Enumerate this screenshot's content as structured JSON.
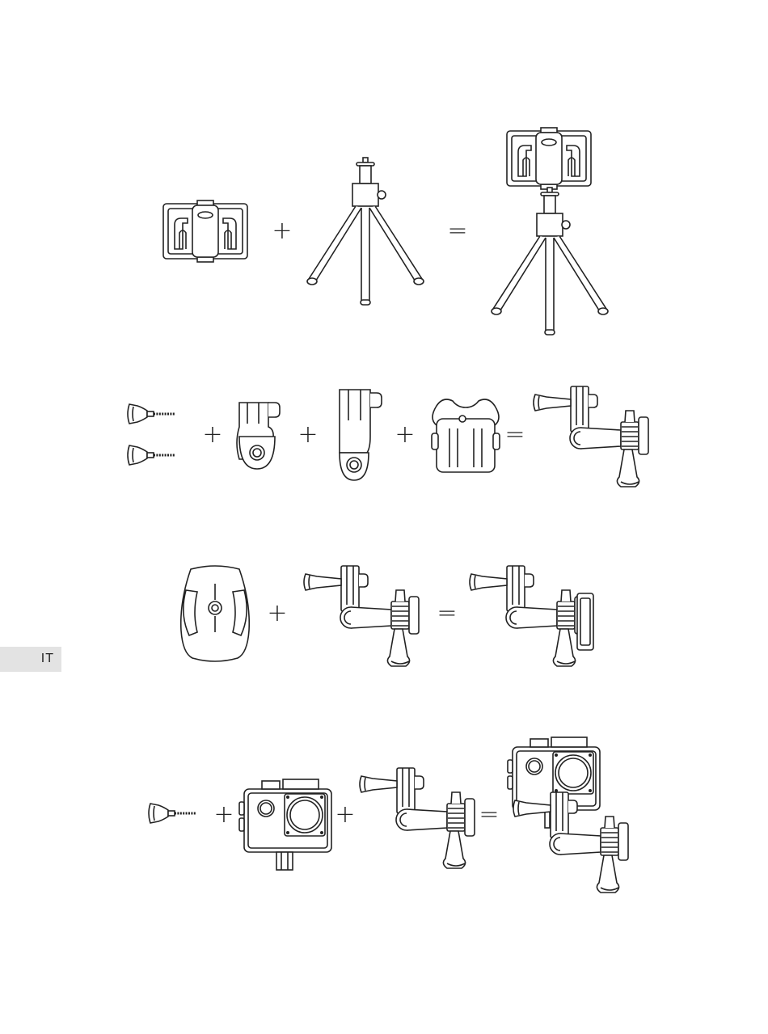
{
  "language_tab": {
    "label": "IT"
  },
  "rows": [
    {
      "name": "phone-clip-tripod",
      "operators": [
        "+",
        "="
      ]
    },
    {
      "name": "pivot-arm-assembly",
      "operators": [
        "+",
        "+",
        "+",
        "="
      ]
    },
    {
      "name": "curved-base-assembly",
      "operators": [
        "+",
        "="
      ]
    },
    {
      "name": "camera-housing-assembly",
      "operators": [
        "+",
        "+",
        "="
      ]
    }
  ]
}
